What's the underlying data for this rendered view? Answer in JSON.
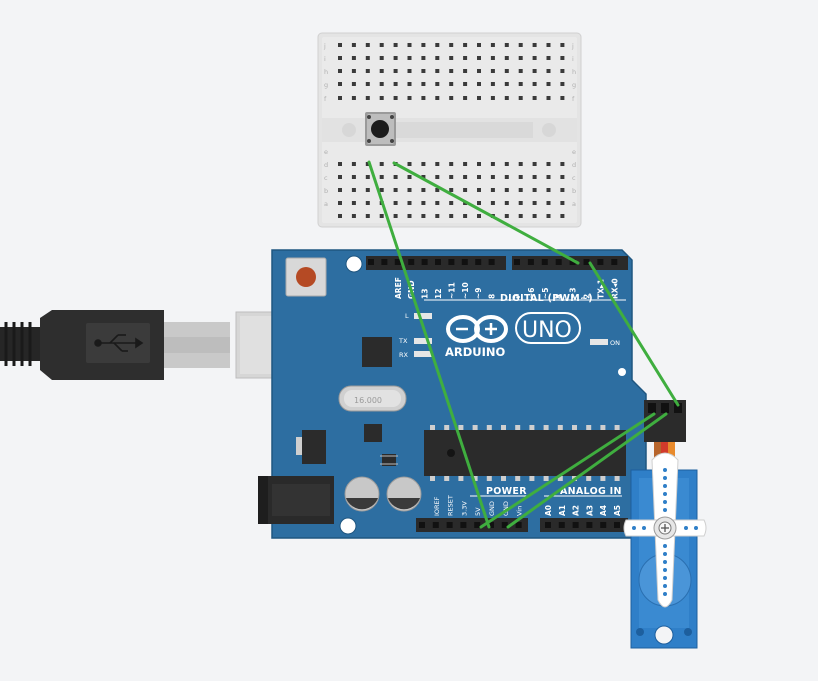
{
  "board": {
    "brand": "ARDUINO",
    "model": "UNO",
    "section_digital": "DIGITAL (PWM~)",
    "section_power": "POWER",
    "section_analog": "ANALOG IN",
    "led_l": "L",
    "led_tx": "TX",
    "led_rx": "RX",
    "led_on": "ON",
    "crystal_label": "16.000",
    "digital_pins": [
      "AREF",
      "GND",
      "13",
      "12",
      "~11",
      "~10",
      "~9",
      "8",
      "7",
      "~6",
      "~5",
      "4",
      "~3",
      "2",
      "TX▸1",
      "RX◂0"
    ],
    "power_pins": [
      "IOREF",
      "RESET",
      "3.3V",
      "5V",
      "GND",
      "GND",
      "Vin"
    ],
    "analog_pins": [
      "A0",
      "A1",
      "A2",
      "A3",
      "A4",
      "A5"
    ]
  },
  "breadboard": {
    "row_letters_left": [
      "j",
      "i",
      "h",
      "g",
      "f",
      "e",
      "d",
      "c",
      "b",
      "a"
    ],
    "row_letters_right": [
      "j",
      "i",
      "h",
      "g",
      "f",
      "e",
      "d",
      "c",
      "b",
      "a"
    ],
    "component": "pushbutton"
  },
  "wires": {
    "color": "#3fae3f",
    "connections": [
      {
        "from": "pushbutton-pin-left",
        "to": "GND"
      },
      {
        "from": "pushbutton-pin-right",
        "to": "~3"
      },
      {
        "from": "~3",
        "to": "servo-signal"
      },
      {
        "from": "servo-power",
        "to": "5V"
      },
      {
        "from": "servo-ground",
        "to": "GND"
      }
    ]
  },
  "servo": {
    "component": "micro servo"
  },
  "colors": {
    "board": "#2d6ea1",
    "board_edge": "#1f5680",
    "header": "#2a2a2a",
    "wire": "#3fae3f",
    "servo_body": "#2f7fc8",
    "usb_cable": "#2e2e2e"
  }
}
